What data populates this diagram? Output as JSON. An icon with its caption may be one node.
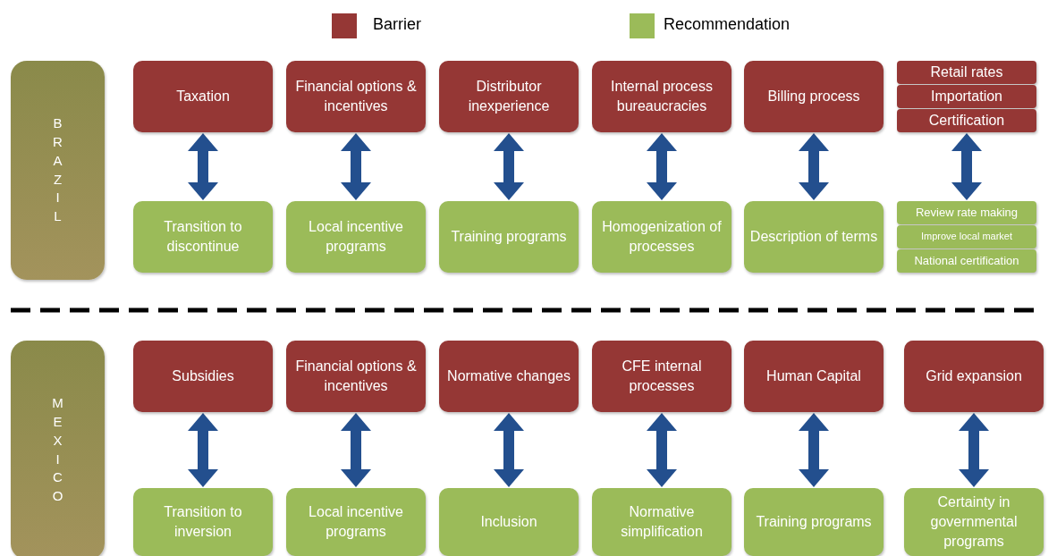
{
  "diagram": {
    "nodes": [
      {
        "text": [
          "BRAZIL"
        ]
      },
      {
        "text": [
          "Taxation"
        ]
      },
      {
        "text": [
          "Financial options & incentives"
        ]
      },
      {
        "text": [
          "Distributor inexperience"
        ]
      },
      {
        "text": [
          "Internal process bureaucracies"
        ]
      },
      {
        "text": [
          "Billing process"
        ]
      },
      {
        "text": [
          "Retail rates"
        ]
      },
      {
        "text": [
          "Importation"
        ]
      },
      {
        "text": [
          "Certification"
        ]
      },
      {
        "text": [
          "Transition to discontinue"
        ]
      },
      {
        "text": [
          "Local incentive programs"
        ]
      },
      {
        "text": [
          "Training programs"
        ]
      },
      {
        "text": [
          "Homogenization of processes"
        ]
      },
      {
        "text": [
          "Description of terms"
        ]
      },
      {
        "text": [
          "Review rate making"
        ]
      },
      {
        "text": [
          "Improve local market"
        ]
      },
      {
        "text": [
          "National certification"
        ]
      },
      {
        "text": [
          "MEXICO"
        ]
      },
      {
        "text": [
          "Subsidies"
        ]
      },
      {
        "text": [
          "Financial options & incentives"
        ]
      },
      {
        "text": [
          "Normative changes"
        ]
      },
      {
        "text": [
          "CFE internal processes"
        ]
      },
      {
        "text": [
          "Human Capital"
        ]
      },
      {
        "text": [
          "Grid expansion"
        ]
      },
      {
        "text": [
          "Transition to inversion"
        ]
      },
      {
        "text": [
          "Local incentive programs"
        ]
      },
      {
        "text": [
          "Inclusion"
        ]
      },
      {
        "text": [
          "Normative simplification"
        ]
      },
      {
        "text": [
          "Training programs"
        ]
      },
      {
        "text": [
          "Certainty in governmental programs"
        ]
      }
    ],
    "edges": [
      {
        "from": 1,
        "to": 9,
        "arrow": "both"
      },
      {
        "from": 2,
        "to": 10,
        "arrow": "both"
      },
      {
        "from": 3,
        "to": 11,
        "arrow": "both"
      },
      {
        "from": 4,
        "to": 12,
        "arrow": "both"
      },
      {
        "from": 5,
        "to": 13,
        "arrow": "both"
      },
      {
        "from": 8,
        "to": 14,
        "arrow": "both"
      },
      {
        "from": 18,
        "to": 24,
        "arrow": "both"
      },
      {
        "from": 19,
        "to": 25,
        "arrow": "both"
      },
      {
        "from": 20,
        "to": 26,
        "arrow": "both"
      },
      {
        "from": 21,
        "to": 27,
        "arrow": "both"
      },
      {
        "from": 22,
        "to": 28,
        "arrow": "both"
      },
      {
        "from": 23,
        "to": 29,
        "arrow": "both"
      }
    ],
    "legend": [
      {
        "text": "Barrier",
        "color": "#953735"
      },
      {
        "text": "Recommendation",
        "color": "#9bbb59"
      }
    ]
  }
}
